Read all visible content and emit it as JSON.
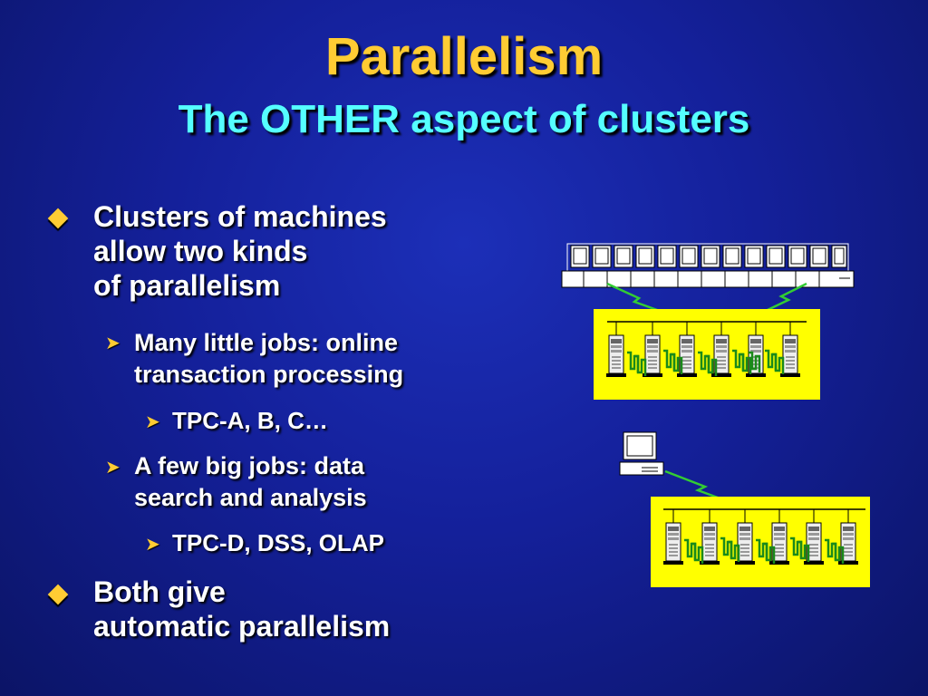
{
  "slide": {
    "title": "Parallelism",
    "subtitle": "The OTHER aspect of clusters"
  },
  "bullets": {
    "b1": {
      "lines": [
        "Clusters of machines",
        "allow two kinds",
        "of parallelism"
      ],
      "sub1": {
        "lines": [
          "Many little jobs:  online",
          "transaction processing"
        ],
        "subsub": "TPC-A, B, C…"
      },
      "sub2": {
        "lines": [
          "A few big jobs:  data",
          "search and analysis"
        ],
        "subsub": "TPC-D, DSS, OLAP"
      }
    },
    "b2": {
      "lines": [
        "Both give",
        "automatic parallelism"
      ]
    }
  },
  "colors": {
    "background": "#14209a",
    "title": "#ffcc33",
    "subtitle": "#55ffff",
    "body_text": "#ffffff",
    "bullet": "#ffcc33",
    "cluster_panel": "#ffff00",
    "link_bolt": "#33cc33"
  },
  "icons": {
    "bullet_primary": "diamond-bullet-icon",
    "bullet_secondary": "chevron-right-icon",
    "terminal": "computer-terminal-icon",
    "server": "server-tower-icon",
    "link": "lightning-bolt-icon"
  }
}
